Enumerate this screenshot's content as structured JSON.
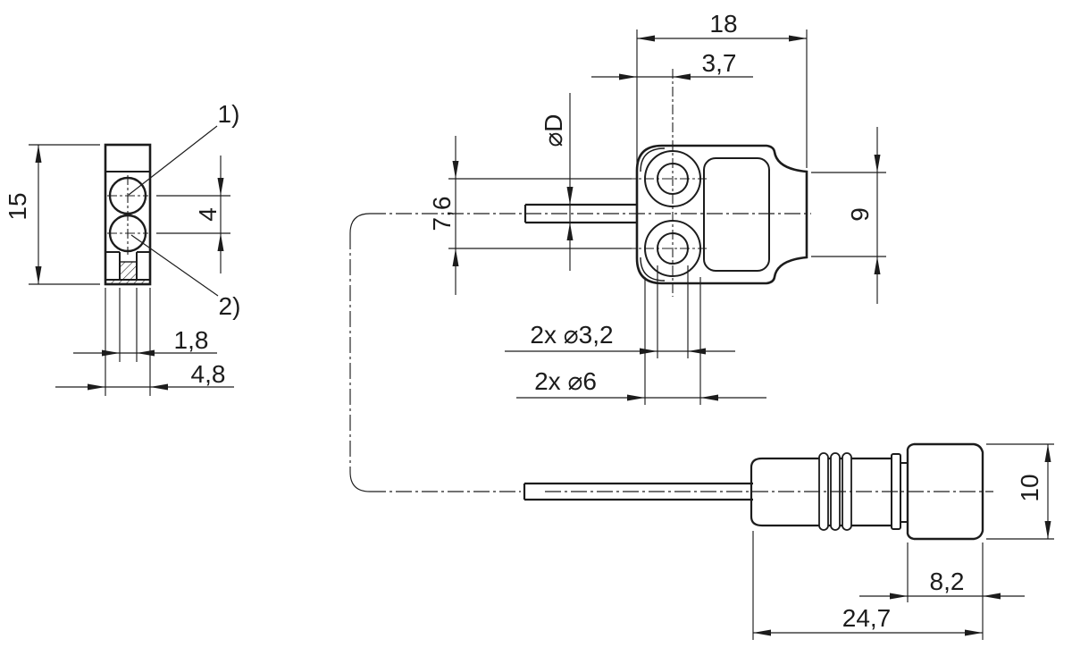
{
  "colors": {
    "background": "#ffffff",
    "line": "#1c1c1c"
  },
  "side_view": {
    "height": "15",
    "lens_pitch": "4",
    "slot_width": "1,8",
    "width": "4,8",
    "callout_top": "1)",
    "callout_bottom": "2)"
  },
  "top_view": {
    "width": "18",
    "hole_offset": "3,7",
    "cable_diameter": "⌀D",
    "hole_pitch": "7,6",
    "tab_height": "9",
    "bore_small": "2x ⌀3,2",
    "bore_large": "2x ⌀6"
  },
  "connector": {
    "diameter": "10",
    "cap_length": "8,2",
    "total_length": "24,7"
  }
}
